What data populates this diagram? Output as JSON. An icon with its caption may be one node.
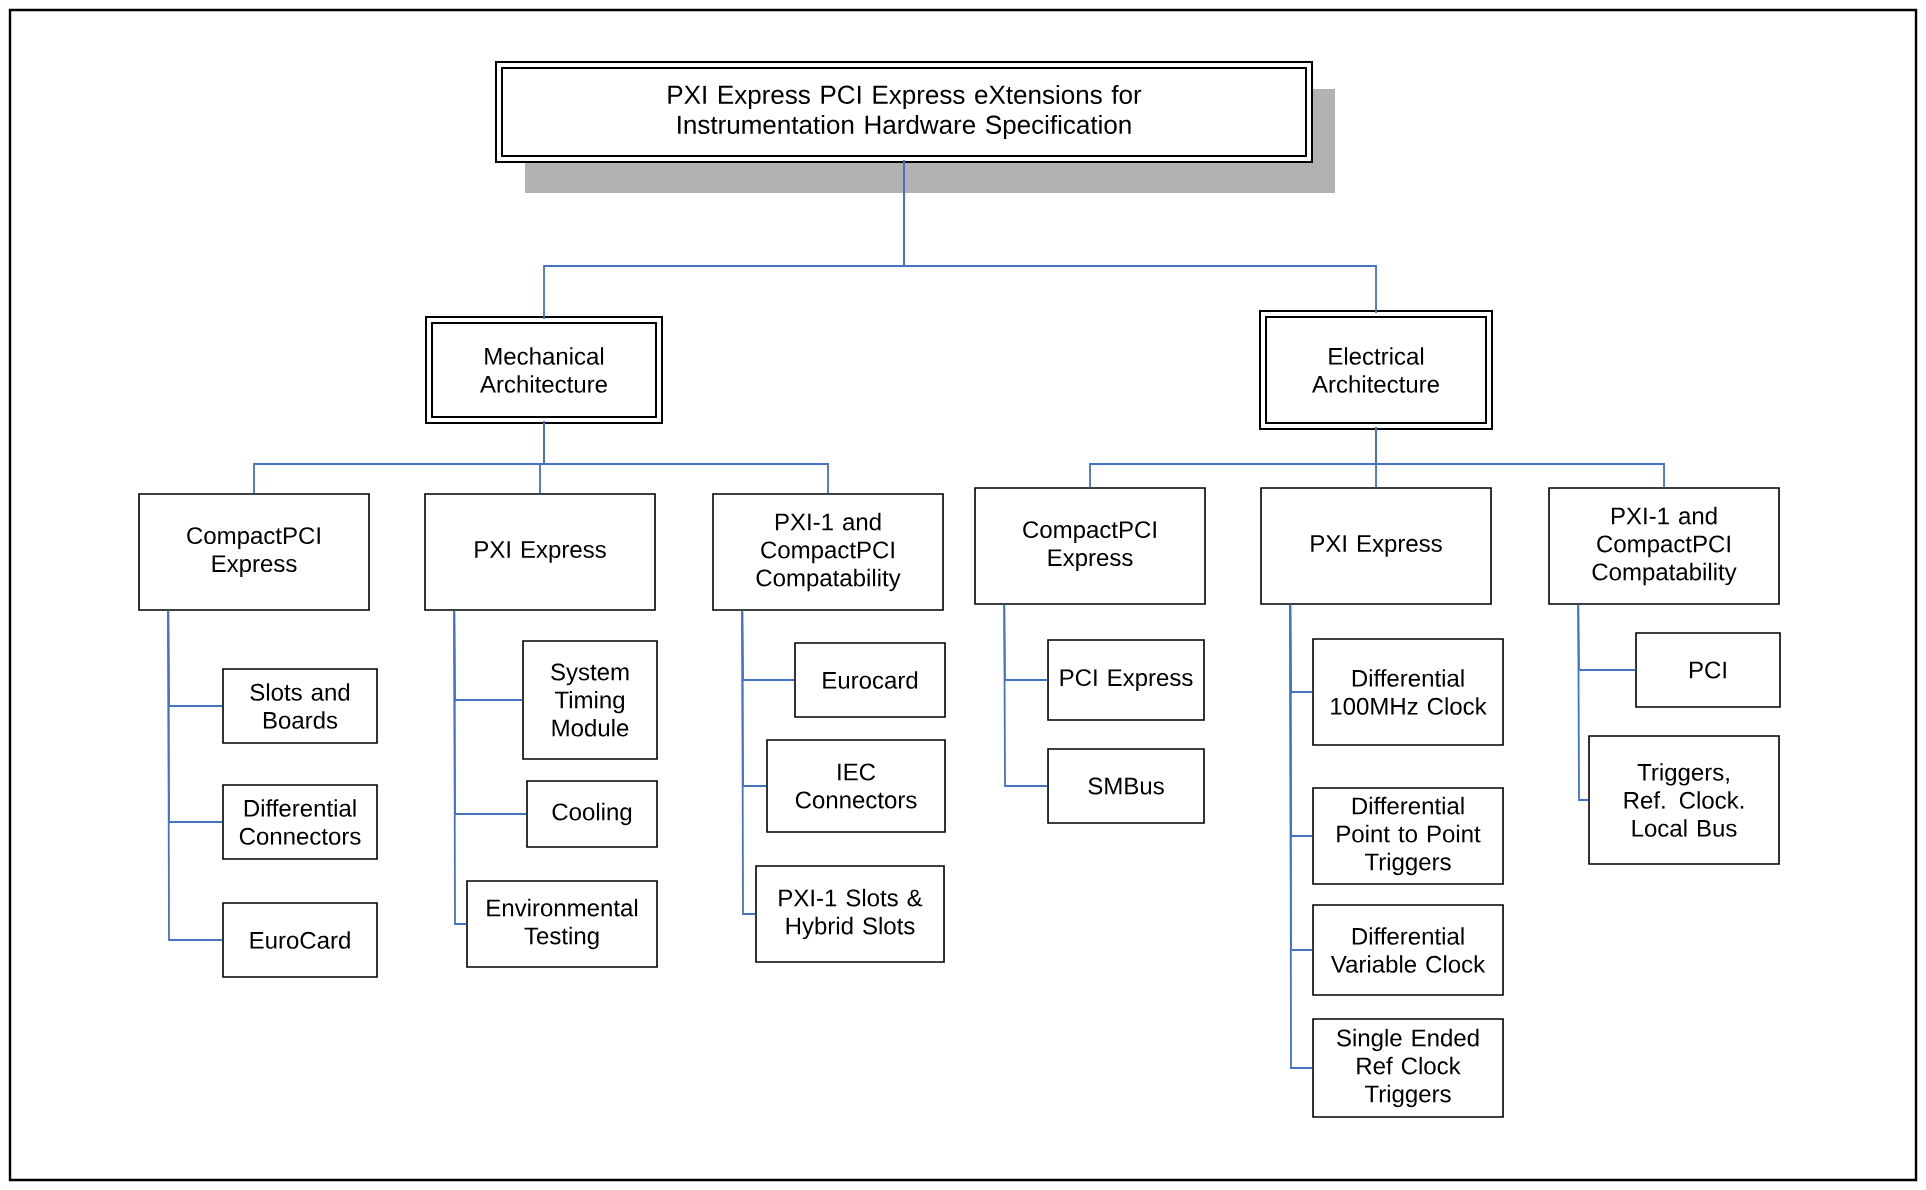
{
  "diagram": {
    "nodes": [
      {
        "text": [
          "PXI Express  PCI Express eXtensions for Instrumentation Hardware  Specification"
        ]
      },
      {
        "text": [
          "Mechanical Architecture"
        ]
      },
      {
        "text": [
          "Electrical Architecture"
        ]
      },
      {
        "text": [
          "CompactPCI Express"
        ]
      },
      {
        "text": [
          "PXI Express"
        ]
      },
      {
        "text": [
          "PXI-1 and CompactPCI Compatability"
        ]
      },
      {
        "text": [
          "Slots and Boards"
        ]
      },
      {
        "text": [
          "Differential Connectors"
        ]
      },
      {
        "text": [
          "EuroCard"
        ]
      },
      {
        "text": [
          "System Timing Module"
        ]
      },
      {
        "text": [
          "Cooling"
        ]
      },
      {
        "text": [
          "Environmental Testing"
        ]
      },
      {
        "text": [
          "Eurocard"
        ]
      },
      {
        "text": [
          "IEC Connectors"
        ]
      },
      {
        "text": [
          "PXI-1 Slots & Hybrid Slots"
        ]
      },
      {
        "text": [
          "CompactPCI Express"
        ]
      },
      {
        "text": [
          "PXI Express"
        ]
      },
      {
        "text": [
          "PXI-1 and CompactPCI Compatability"
        ]
      },
      {
        "text": [
          "PCI Express"
        ]
      },
      {
        "text": [
          "SMBus"
        ]
      },
      {
        "text": [
          "Differential 100MHz Clock"
        ]
      },
      {
        "text": [
          "Differential Point to Point Triggers"
        ]
      },
      {
        "text": [
          "Differential Variable Clock"
        ]
      },
      {
        "text": [
          "Single Ended Ref Clock Triggers"
        ]
      },
      {
        "text": [
          "PCI"
        ]
      },
      {
        "text": [
          "Triggers, Ref. Clock. Local Bus"
        ]
      }
    ],
    "edges": [
      {
        "from": 0,
        "to": 1,
        "arrow": "none"
      },
      {
        "from": 0,
        "to": 2,
        "arrow": "none"
      },
      {
        "from": 1,
        "to": 3,
        "arrow": "none"
      },
      {
        "from": 1,
        "to": 4,
        "arrow": "none"
      },
      {
        "from": 1,
        "to": 5,
        "arrow": "none"
      },
      {
        "from": 2,
        "to": 15,
        "arrow": "none"
      },
      {
        "from": 2,
        "to": 16,
        "arrow": "none"
      },
      {
        "from": 2,
        "to": 17,
        "arrow": "none"
      },
      {
        "from": 3,
        "to": 6,
        "arrow": "none"
      },
      {
        "from": 3,
        "to": 7,
        "arrow": "none"
      },
      {
        "from": 3,
        "to": 8,
        "arrow": "none"
      },
      {
        "from": 4,
        "to": 9,
        "arrow": "none"
      },
      {
        "from": 4,
        "to": 10,
        "arrow": "none"
      },
      {
        "from": 4,
        "to": 11,
        "arrow": "none"
      },
      {
        "from": 5,
        "to": 12,
        "arrow": "none"
      },
      {
        "from": 5,
        "to": 13,
        "arrow": "none"
      },
      {
        "from": 5,
        "to": 14,
        "arrow": "none"
      },
      {
        "from": 15,
        "to": 18,
        "arrow": "none"
      },
      {
        "from": 15,
        "to": 19,
        "arrow": "none"
      },
      {
        "from": 16,
        "to": 20,
        "arrow": "none"
      },
      {
        "from": 16,
        "to": 21,
        "arrow": "none"
      },
      {
        "from": 16,
        "to": 22,
        "arrow": "none"
      },
      {
        "from": 16,
        "to": 23,
        "arrow": "none"
      },
      {
        "from": 17,
        "to": 24,
        "arrow": "none"
      },
      {
        "from": 17,
        "to": 25,
        "arrow": "none"
      }
    ]
  }
}
